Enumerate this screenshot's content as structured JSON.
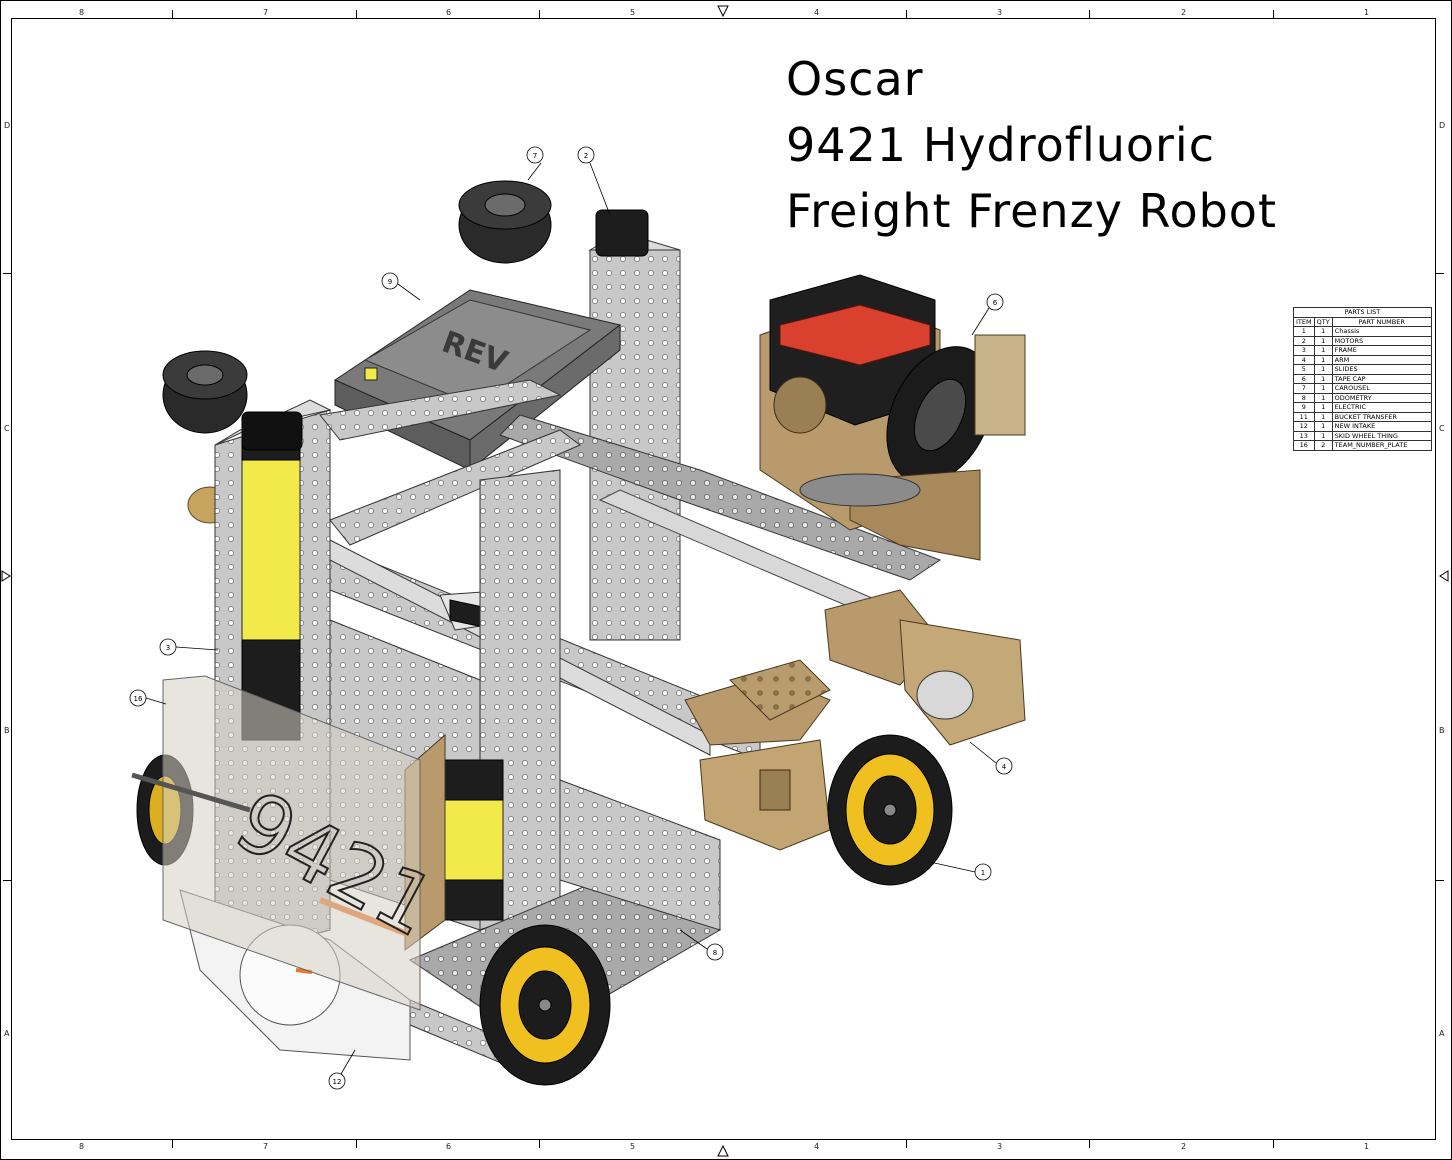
{
  "title": {
    "line1": "Oscar",
    "line2": "9421 Hydrofluoric",
    "line3": "Freight Frenzy Robot"
  },
  "border": {
    "columns": [
      "8",
      "7",
      "6",
      "5",
      "4",
      "3",
      "2",
      "1"
    ],
    "rows": [
      "D",
      "C",
      "B",
      "A"
    ]
  },
  "parts_list": {
    "caption": "PARTS LIST",
    "headers": [
      "ITEM",
      "QTY",
      "PART NUMBER"
    ],
    "rows": [
      [
        "1",
        "1",
        "Chassis"
      ],
      [
        "2",
        "1",
        "MOTORS"
      ],
      [
        "3",
        "1",
        "FRAME"
      ],
      [
        "4",
        "1",
        "ARM"
      ],
      [
        "5",
        "1",
        "SLIDES"
      ],
      [
        "6",
        "1",
        "TAPE CAP"
      ],
      [
        "7",
        "1",
        "CAROUSEL"
      ],
      [
        "8",
        "1",
        "ODOMETRY"
      ],
      [
        "9",
        "1",
        "ELECTRIC"
      ],
      [
        "11",
        "1",
        "BUCKET TRANSFER"
      ],
      [
        "12",
        "1",
        "NEW INTAKE"
      ],
      [
        "13",
        "1",
        "SKID WHEEL THING"
      ],
      [
        "16",
        "2",
        "TEAM_NUMBER_PLATE"
      ]
    ]
  },
  "balloons": [
    "7",
    "2",
    "9",
    "6",
    "3",
    "16",
    "4",
    "1",
    "8",
    "12"
  ],
  "hub_logo": "REV",
  "plate_number": "9421",
  "colors": {
    "frame_metal": "#c4c4c4",
    "tan_parts": "#b89a6c",
    "motor_yellow": "#f2e94a",
    "wheel_black": "#1c1c1c",
    "wheel_yellow": "#f0c020",
    "accent_red": "#d9412e",
    "accent_orange": "#e8762a"
  }
}
